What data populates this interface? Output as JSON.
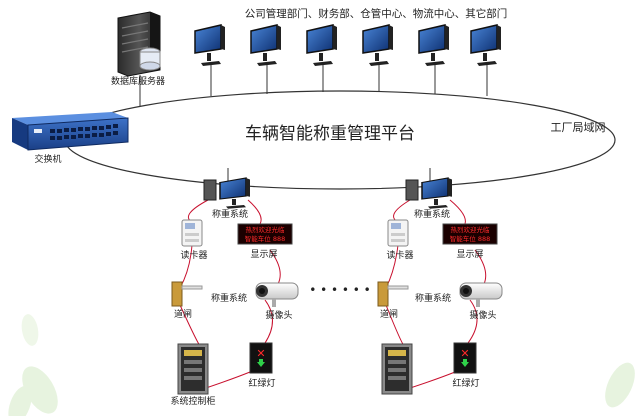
{
  "top_label": "公司管理部门、财务部、仓管中心、物流中心、其它部门",
  "db_server_label": "数据库服务器",
  "switch_label": "交换机",
  "platform_title": "车辆智能称重管理平台",
  "lan_label": "工厂局域网",
  "ellipsis": "• • • • • •",
  "stations": [
    {
      "pc_label": "称重系统",
      "card_reader_label": "读卡器",
      "display_label": "显示屏",
      "display_text": [
        "热烈欢迎光临",
        "智能车位 888"
      ],
      "barrier_label": "道闸",
      "system_label": "称重系统",
      "camera_label": "摄像头",
      "cabinet_label": "系统控制柜",
      "traffic_light_label": "红绿灯"
    },
    {
      "pc_label": "称重系统",
      "card_reader_label": "读卡器",
      "display_label": "显示屏",
      "display_text": [
        "热烈欢迎光临",
        "智能车位 888"
      ],
      "barrier_label": "道闸",
      "system_label": "称重系统",
      "camera_label": "摄像头",
      "cabinet_label": "",
      "traffic_light_label": "红绿灯"
    }
  ],
  "colors": {
    "lan_line": "#333333",
    "connector_red": "#c8102e",
    "monitor_blue": "#1f4fa0",
    "switch_blue": "#2a5db0",
    "leaf_green": "#cfe7c0"
  }
}
